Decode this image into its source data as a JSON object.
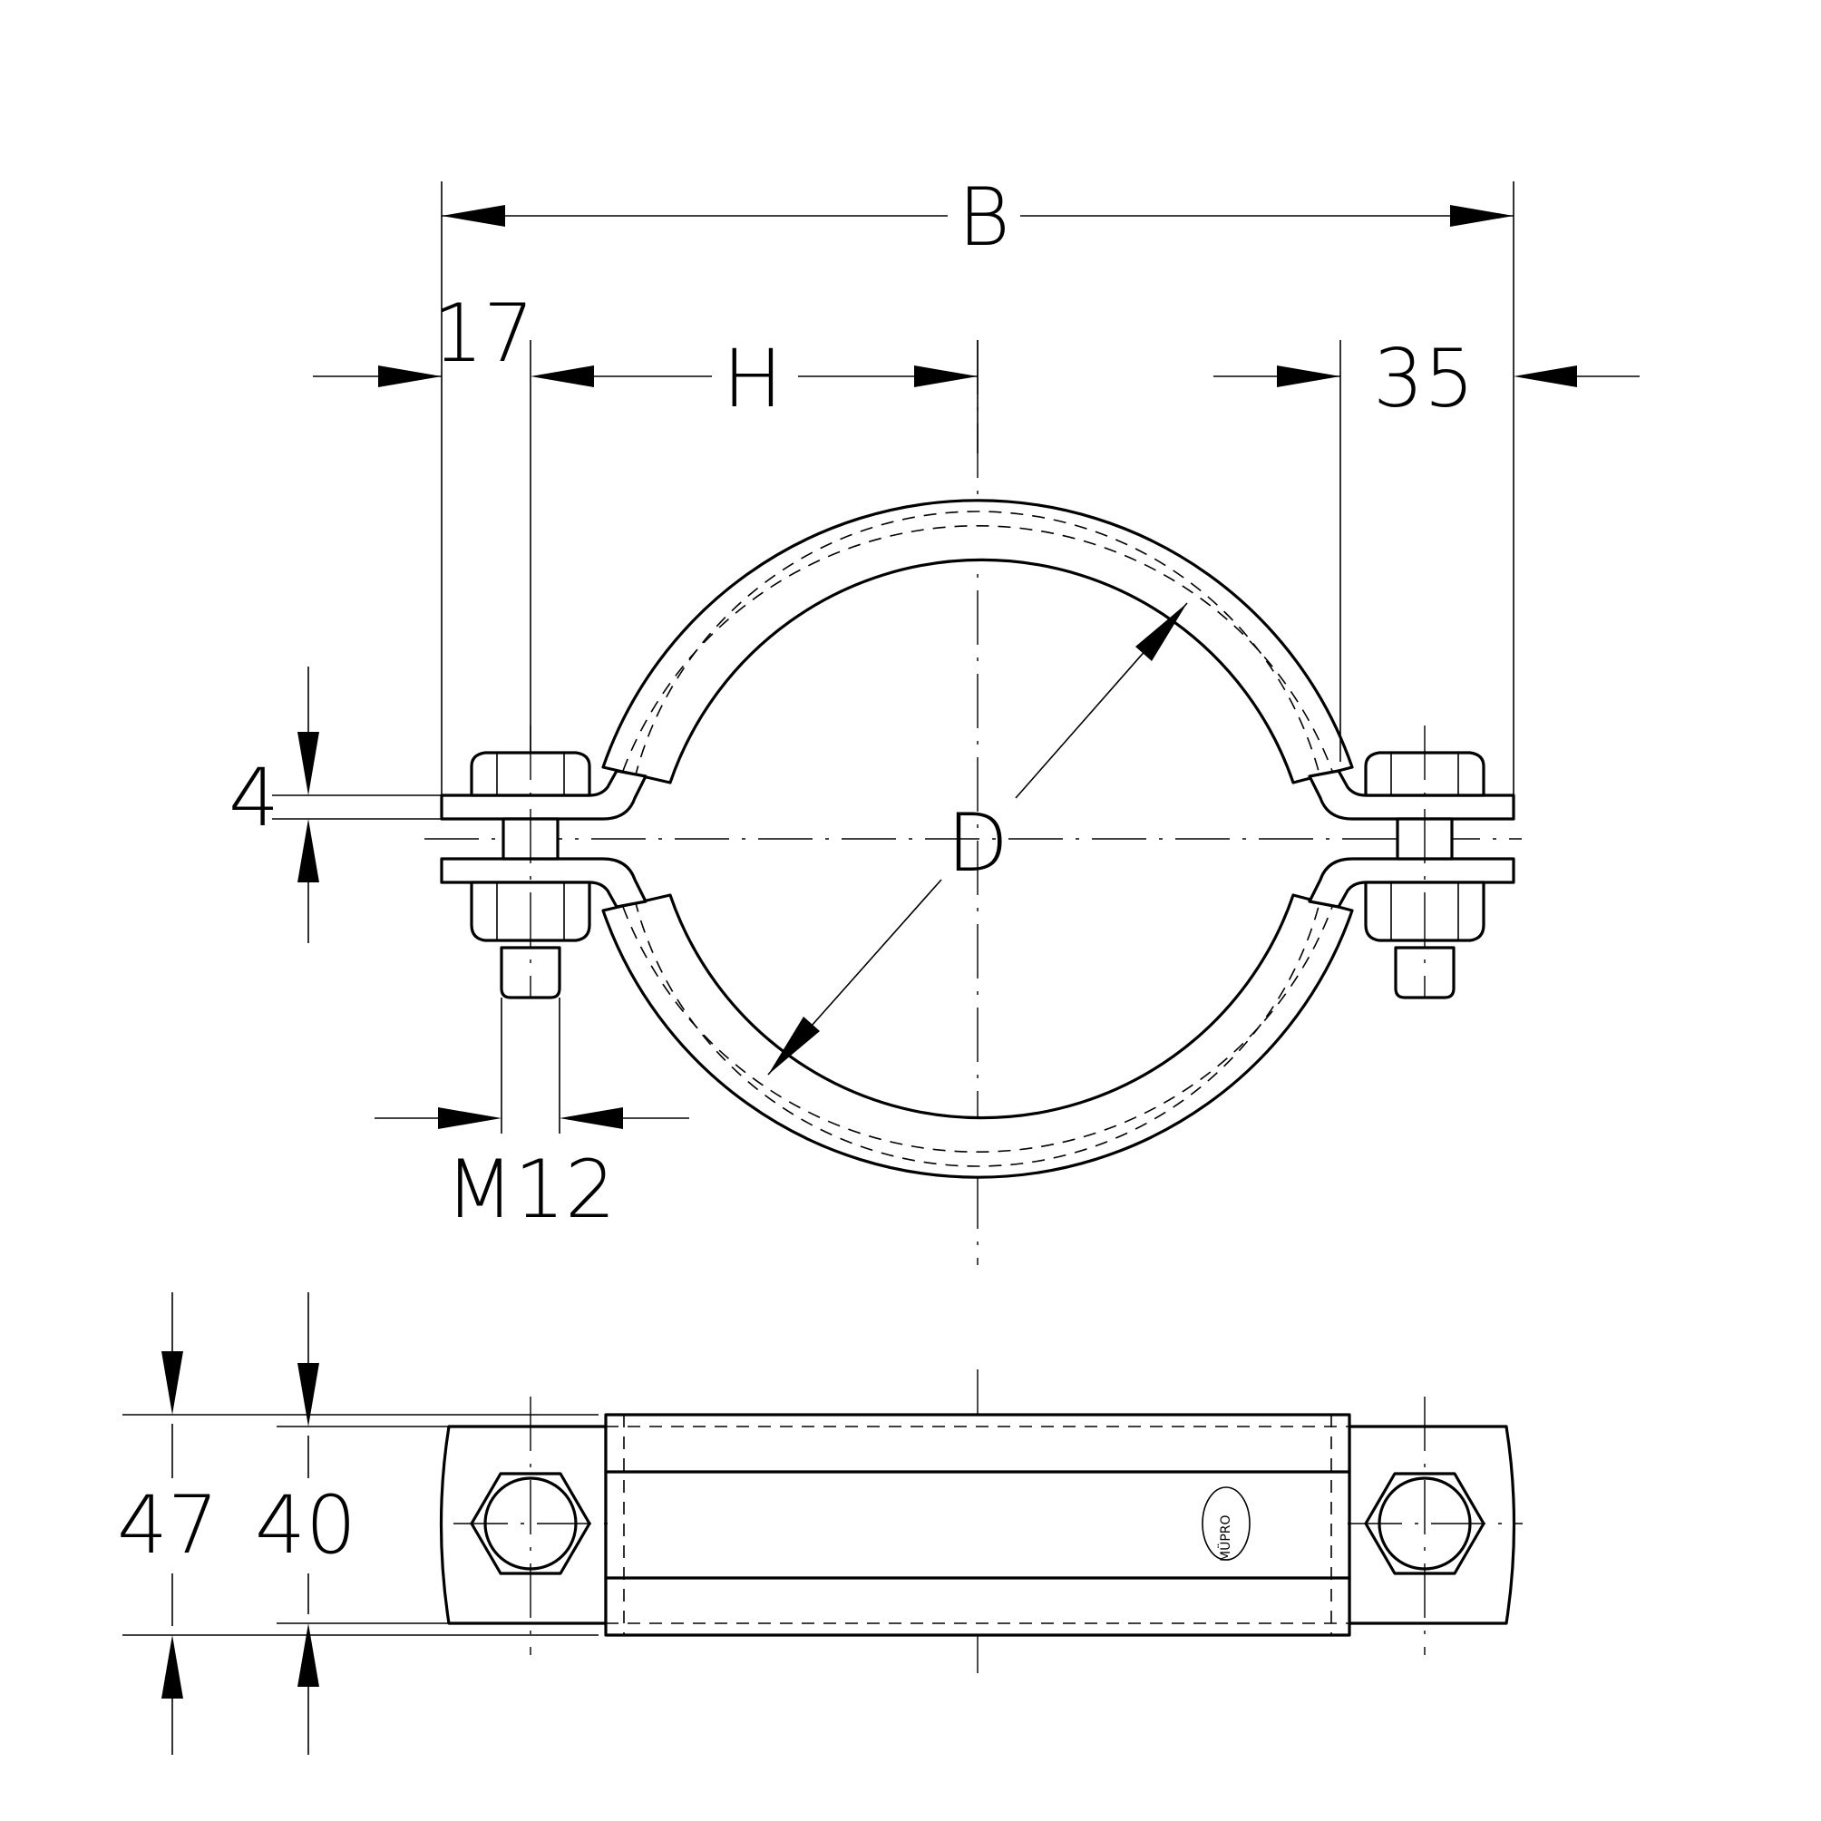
{
  "labels": {
    "overall_width": "B",
    "slot_width": "17",
    "half_width": "H",
    "end_offset": "35",
    "thickness": "4",
    "inner_diameter": "D",
    "thread_size": "M12",
    "outer_height": "47",
    "band_height": "40",
    "logo": "MÜPRO"
  }
}
